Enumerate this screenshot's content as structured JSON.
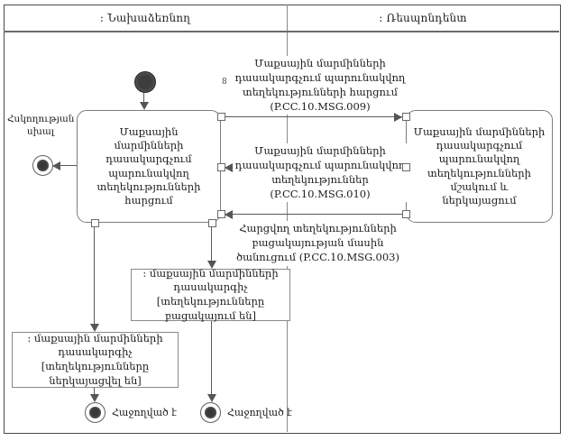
{
  "lanes": [
    {
      "title": ": Նախաձեռնող"
    },
    {
      "title": ": Ռեսպոնդենտ"
    }
  ],
  "activities": {
    "request": "Մաքսային մարմինների դասակարգչում պարունակվող տեղեկությունների հարցում",
    "process": "Մաքսային մարմինների դասակարգչում պարունակվող տեղեկությունների մշակում և ներկայացում"
  },
  "messages": {
    "msg1": "Մաքսային մարմինների դասակարգչում պարունակվող տեղեկությունների հարցում (P.CC.10.MSG.009)",
    "msg1_footnote_marker": "8",
    "msg2": "Մաքսային մարմինների դասակարգչում պարունակվող տեղեկություններ (P.CC.10.MSG.010)",
    "msg3": "Հարցվող տեղեկությունների բացակայության մասին ծանուցում (P.CC.10.MSG.003)"
  },
  "object_nodes": {
    "absent": ": մաքսային մարմինների դասակարգիչ [տեղեկությունները բացակայում են]",
    "presented": ": մաքսային մարմինների դասակարգիչ [տեղեկությունները ներկայացվել են]"
  },
  "labels": {
    "control_error": "Հսկողության սխալ",
    "succeeded": "Հաջողված է"
  },
  "colors": {
    "line": "#5a5a5a",
    "border": "#7d7d7d",
    "node_fill": "#3d3d3d",
    "background": "#ffffff"
  }
}
